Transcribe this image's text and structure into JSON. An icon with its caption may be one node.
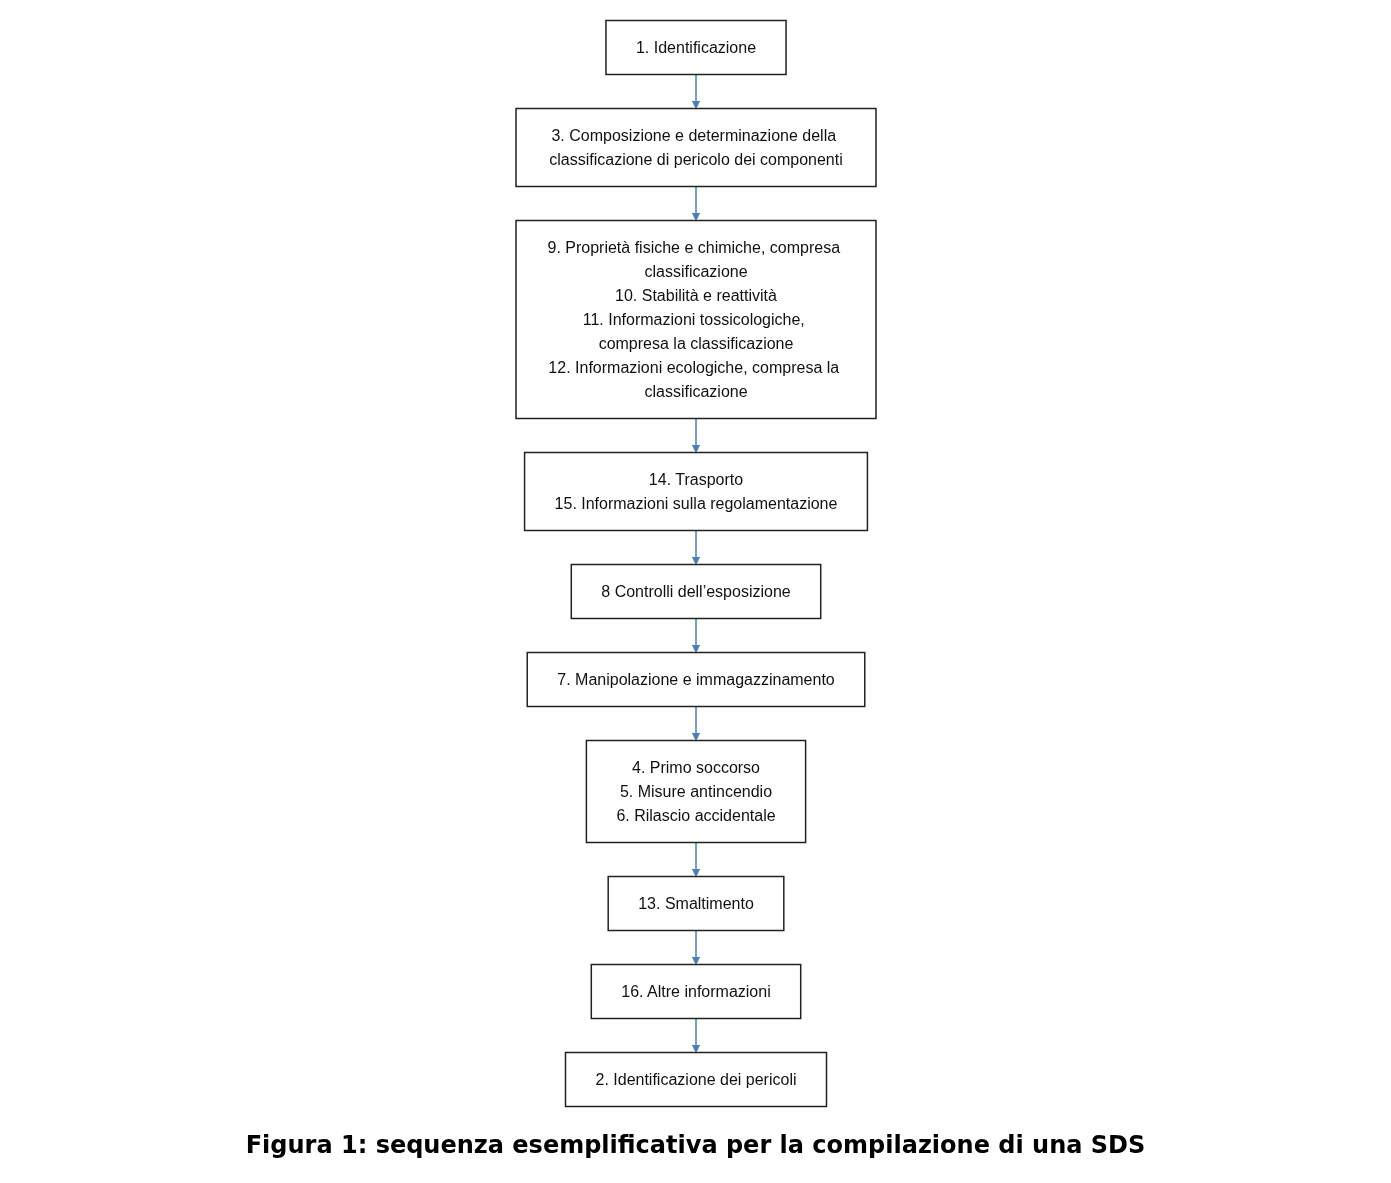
{
  "diagram": {
    "caption": "Figura 1: sequenza esemplificativa per la compilazione di una SDS",
    "nodes": [
      {
        "text": [
          "1. Identificazione"
        ]
      },
      {
        "text": [
          "3. Composizione e determinazione della classificazione di pericolo dei componenti"
        ]
      },
      {
        "text": [
          "9. Proprietà fisiche e chimiche, compresa classificazione",
          "10. Stabilità e reattività",
          "11. Informazioni tossicologiche, compresa la classificazione",
          "12. Informazioni ecologiche, compresa la classificazione"
        ]
      },
      {
        "text": [
          "7. Manipolazione e immagazzinamento"
        ]
      },
      {
        "text": [
          "8 Controlli dell’esposizione"
        ]
      },
      {
        "text": [
          "14. Trasporto",
          "15. Informazioni sulla regolamentazione"
        ]
      },
      {
        "text": [
          "4. Primo soccorso",
          "5. Misure antincendio",
          "6. Rilascio accidentale"
        ]
      },
      {
        "text": [
          "13. Smaltimento"
        ]
      },
      {
        "text": [
          "16. Altre informazioni"
        ]
      },
      {
        "text": [
          "2. Identificazione dei pericoli"
        ]
      }
    ],
    "edges": [
      {
        "from": 0,
        "to": 1,
        "arrow": "to"
      },
      {
        "from": 1,
        "to": 2,
        "arrow": "to"
      },
      {
        "from": 2,
        "to": 5,
        "arrow": "to"
      },
      {
        "from": 5,
        "to": 4,
        "arrow": "to"
      },
      {
        "from": 4,
        "to": 3,
        "arrow": "to"
      },
      {
        "from": 3,
        "to": 6,
        "arrow": "to"
      },
      {
        "from": 6,
        "to": 7,
        "arrow": "to"
      },
      {
        "from": 7,
        "to": 8,
        "arrow": "to"
      },
      {
        "from": 8,
        "to": 9,
        "arrow": "to"
      }
    ]
  }
}
